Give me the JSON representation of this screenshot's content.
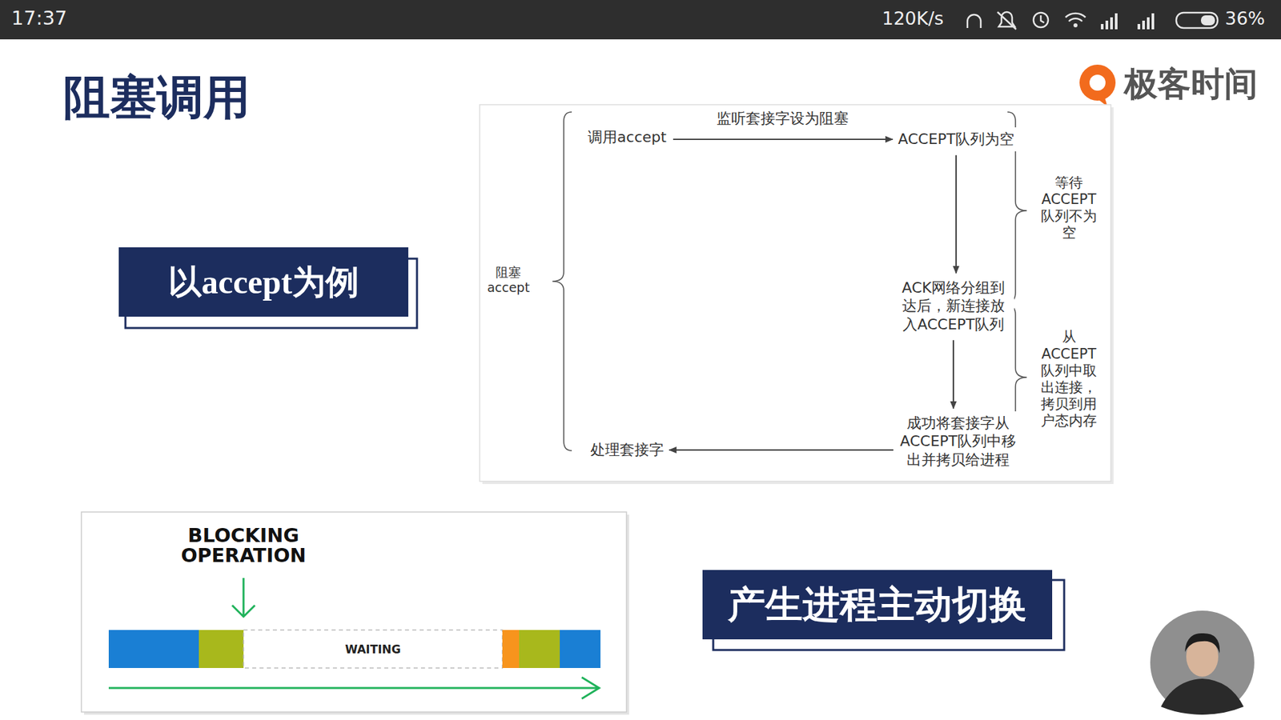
{
  "diagram": {
    "title": "阻塞调用",
    "nodes": [
      {
        "text": [
          "以accept为例"
        ]
      },
      {
        "text": [
          "调用accept"
        ]
      },
      {
        "text": [
          "ACCEPT队列为空"
        ]
      },
      {
        "text": [
          "ACK网络分组到达后，新连接放入ACCEPT队列"
        ]
      },
      {
        "text": [
          "成功将套接字从ACCEPT队列中移出并拷贝给进程"
        ]
      },
      {
        "text": [
          "处理套接字"
        ]
      },
      {
        "text": [
          "产生进程主动切换"
        ]
      }
    ],
    "edges": [
      {
        "from": 1,
        "to": 2,
        "arrow": "to",
        "label": "监听套接字设为阻塞"
      },
      {
        "from": 2,
        "to": 3,
        "arrow": "to"
      },
      {
        "from": 3,
        "to": 4,
        "arrow": "to"
      },
      {
        "from": 4,
        "to": 5,
        "arrow": "to"
      }
    ],
    "labels": [
      "17:37",
      "120K/s",
      "36%",
      "极客时间",
      "阻塞 accept",
      "等待 ACCEPT 队列不为 空",
      "从 ACCEPT 队列中取出连接，拷贝到用户态内存",
      "BLOCKING OPERATION",
      "WAITING"
    ]
  }
}
